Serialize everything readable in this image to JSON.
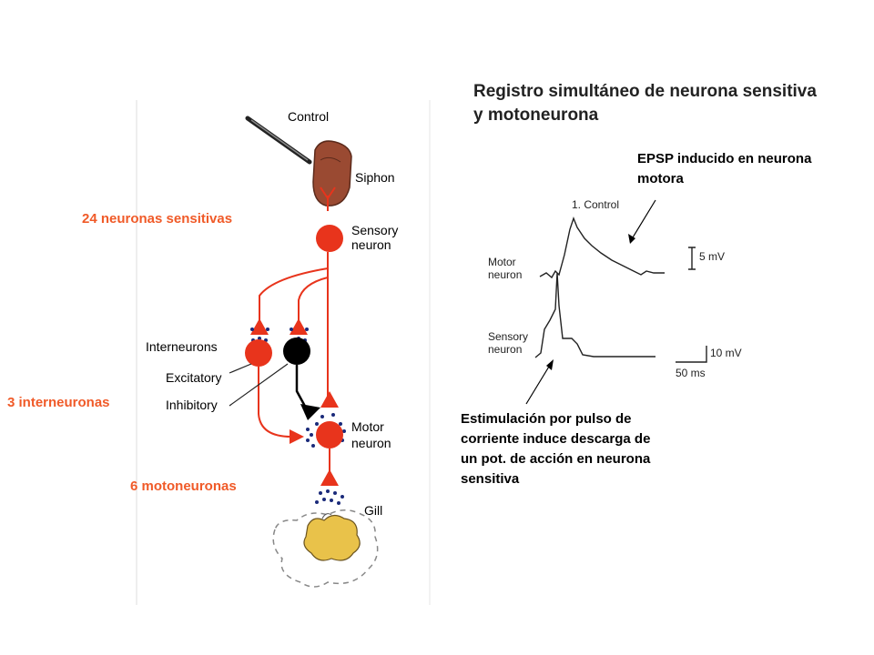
{
  "title": "Registro simultáneo de neurona sensitiva y motoneurona",
  "annotations": {
    "sensory_count": "24 neuronas sensitivas",
    "interneuron_count": "3 interneuronas",
    "motor_count": "6 motoneuronas",
    "epsp": "EPSP inducido en neurona motora",
    "stimulation": "Estimulación por pulso de corriente induce descarga de un pot. de acción en neurona sensitiva"
  },
  "diagram_labels": {
    "control": "Control",
    "siphon": "Siphon",
    "sensory_1": "Sensory",
    "sensory_2": "neuron",
    "interneurons": "Interneurons",
    "excitatory": "Excitatory",
    "inhibitory": "Inhibitory",
    "motor_1": "Motor",
    "motor_2": "neuron",
    "gill": "Gill"
  },
  "trace_labels": {
    "trace_title": "1. Control",
    "motor_1": "Motor",
    "motor_2": "neuron",
    "sensory_1": "Sensory",
    "sensory_2": "neuron",
    "scale_5mv": "5 mV",
    "scale_10mv": "10 mV",
    "scale_50ms": "50 ms"
  },
  "colors": {
    "neuron": "#e8341c",
    "inhibitory": "#000000",
    "siphon": "#9a4a32",
    "gill": "#e9c24a",
    "annotation": "#f05a28"
  }
}
